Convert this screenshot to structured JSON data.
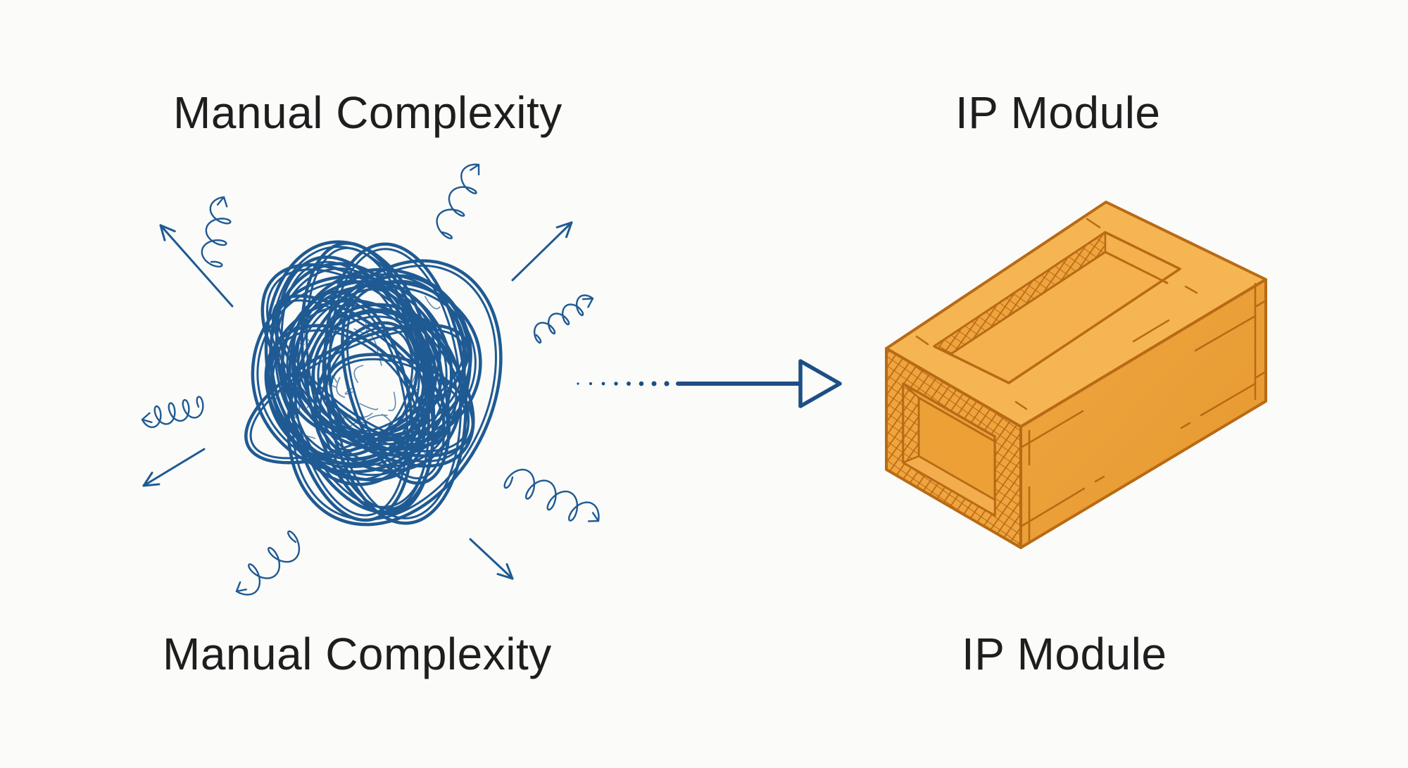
{
  "labels": {
    "left_top": "Manual Complexity",
    "right_top": "IP Module",
    "left_bottom": "Manual Complexity",
    "right_bottom": "IP Module"
  },
  "icons": {
    "left": "tangled-scribble-icon",
    "connector": "dotted-arrow-icon",
    "right": "isometric-box-module-icon"
  },
  "colors": {
    "background": "#fbfbf9",
    "text": "#1e1e1e",
    "tangle_blue": "#1f5a93",
    "arrow_blue": "#1d4f86",
    "box_fill": "#f2aa45",
    "box_fill_dark": "#e89a33",
    "box_fill_light": "#f6b553",
    "box_stroke": "#b86a14"
  }
}
